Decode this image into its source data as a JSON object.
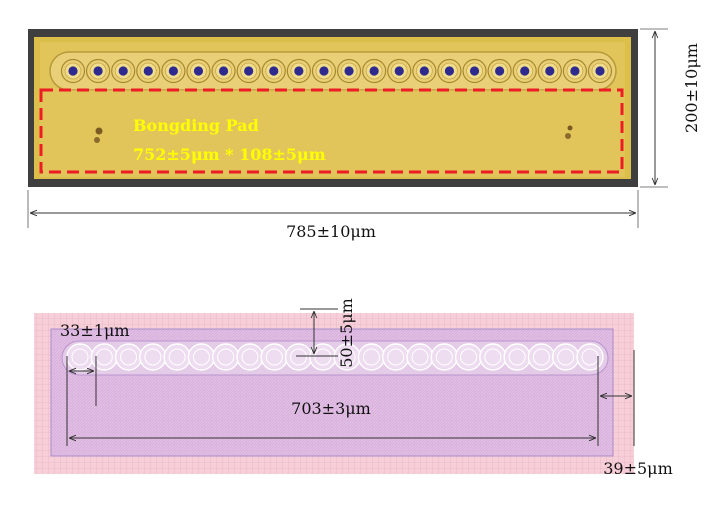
{
  "chip_photo": {
    "pad_title": "Bongding Pad",
    "pad_size": "752±5μm * 108±5μm",
    "height_dim": "200±10μm",
    "width_dim": "785±10μm",
    "emitter_count": 22,
    "colors": {
      "frame": "#3f3f3f",
      "gold": "#dcbe4a",
      "gold_light": "#e9d078",
      "emitter": "#2e2a8e",
      "pad_text": "#ffff00",
      "dashed_outline": "#ee1c24"
    }
  },
  "layout_drawing": {
    "pitch_dim": "33±1μm",
    "top_margin_dim": "50±5μm",
    "span_dim": "703±3μm",
    "end_margin_dim": "39±5μm",
    "emitter_count": 22,
    "colors": {
      "grid_bg": "#f6cfd8",
      "grid_line": "#e8a9bb",
      "inner_fill": "#d9b8e6",
      "inner_stroke": "#a98cc8"
    }
  }
}
